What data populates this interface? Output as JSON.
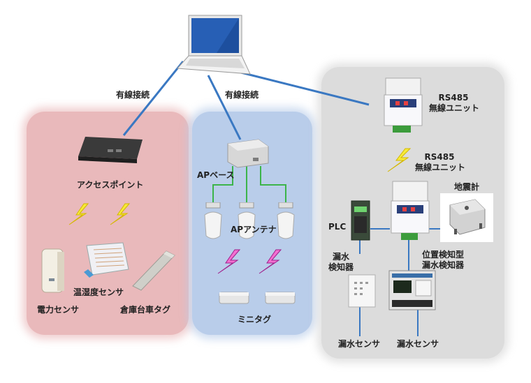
{
  "colors": {
    "access_panel": "#e9b9bb",
    "ap_panel": "#b9cdea",
    "rs485_panel": "#dcdcdc",
    "wired_link": "#3a78c2",
    "ap_link": "#3cb44a",
    "wireless_bolt_yellow": "#f6ea3a",
    "wireless_bolt_pink": "#f26fd0"
  },
  "links": {
    "wired_left": "有線接続",
    "wired_middle": "有線接続"
  },
  "access_system": {
    "access_point": "アクセスポイント",
    "temp_humidity_sensor": "温湿度センサ",
    "power_sensor": "電力センサ",
    "warehouse_cart_tag": "倉庫台車タグ"
  },
  "ap_system": {
    "ap_base": "APベース",
    "ap_antenna": "APアンテナ",
    "mini_tag": "ミニタグ"
  },
  "rs485_system": {
    "rs485_unit_name": "RS485",
    "rs485_unit_desc": "無線ユニット",
    "rs485_unit2_name": "RS485",
    "rs485_unit2_desc": "無線ユニット",
    "seismometer": "地震計",
    "plc": "PLC",
    "leak_detector_l1": "漏水",
    "leak_detector_l2": "検知器",
    "position_leak_detector_l1": "位置検知型",
    "position_leak_detector_l2": "漏水検知器",
    "leak_sensor_left": "漏水センサ",
    "leak_sensor_right": "漏水センサ"
  }
}
